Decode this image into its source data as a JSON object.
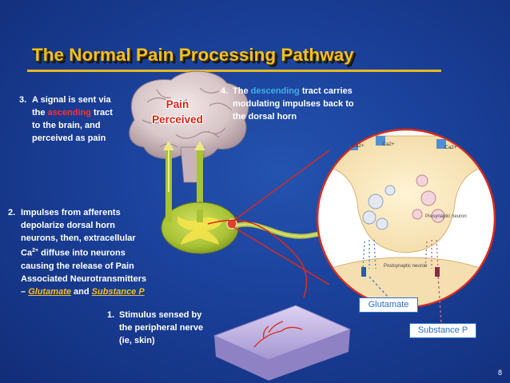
{
  "slide": {
    "title": "The Normal Pain Processing Pathway",
    "page_number": "8"
  },
  "brain_label": {
    "line1": "Pain",
    "line2": "Perceived"
  },
  "step3": {
    "number": "3.",
    "line1": "A signal is sent via",
    "line2_pre": "the",
    "line2_highlight": "ascending",
    "line2_post": "tract",
    "line3": "to the brain, and",
    "line4": "perceived as pain"
  },
  "step4": {
    "number": "4.",
    "line1_pre": "The",
    "line1_highlight": "descending",
    "line1_post": "tract carries",
    "line2": "modulating impulses back to",
    "line3": "the dorsal horn"
  },
  "step2": {
    "number": "2.",
    "line1": "Impulses from afferents",
    "line2": "depolarize dorsal horn",
    "line3": "neurons, then, extracellular",
    "line4_pre": "Ca",
    "line4_sup": "2+",
    "line4_post": " diffuse into neurons",
    "line5": "causing the release of Pain",
    "line6": "Associated Neurotransmitters",
    "line7_dash": "–",
    "line7_glutamate": "Glutamate",
    "line7_and": "and",
    "line7_substance": "Substance P"
  },
  "step1": {
    "number": "1.",
    "line1": "Stimulus sensed by",
    "line2": "the peripheral nerve",
    "line3": "(ie, skin)"
  },
  "synapse": {
    "presynaptic_label": "Presynaptic neuron",
    "postsynaptic_label": "Postsynaptic neuron",
    "ion_label": "Ca2+",
    "glutamate_label": "Glutamate",
    "substance_p_label": "Substance P"
  },
  "colors": {
    "ascending": "#ff3030",
    "descending": "#3fb0e8",
    "highlight_gold": "#f2c020",
    "background": "#1a4099"
  }
}
